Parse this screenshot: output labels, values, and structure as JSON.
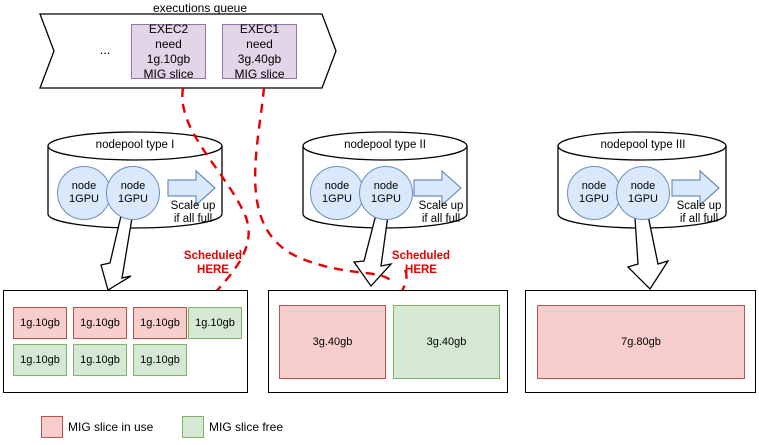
{
  "queue": {
    "title": "executions queue",
    "ellipsis": "...",
    "items": [
      {
        "id": "EXEC2",
        "line1": "EXEC2",
        "line2": "need 1g.10gb",
        "line3": "MIG slice"
      },
      {
        "id": "EXEC1",
        "line1": "EXEC1",
        "line2": "need 3g.40gb",
        "line3": "MIG slice"
      }
    ]
  },
  "nodepools": [
    {
      "title": "nodepool type I",
      "nodes": [
        {
          "line1": "node",
          "line2": "1GPU"
        },
        {
          "line1": "node",
          "line2": "1GPU"
        }
      ],
      "scale_text": "Scale up\nif all full"
    },
    {
      "title": "nodepool type II",
      "nodes": [
        {
          "line1": "node",
          "line2": "1GPU"
        },
        {
          "line1": "node",
          "line2": "1GPU"
        }
      ],
      "scale_text": "Scale up\nif all full"
    },
    {
      "title": "nodepool type III",
      "nodes": [
        {
          "line1": "node",
          "line2": "1GPU"
        },
        {
          "line1": "node",
          "line2": "1GPU"
        }
      ],
      "scale_text": "Scale up\nif all full"
    }
  ],
  "gpu_panels": [
    {
      "name": "panel-type-1",
      "slices": [
        {
          "label": "1g.10gb",
          "state": "used"
        },
        {
          "label": "1g.10gb",
          "state": "used"
        },
        {
          "label": "1g.10gb",
          "state": "used"
        },
        {
          "label": "1g.10gb",
          "state": "free"
        },
        {
          "label": "1g.10gb",
          "state": "free"
        },
        {
          "label": "1g.10gb",
          "state": "free"
        },
        {
          "label": "1g.10gb",
          "state": "free"
        }
      ]
    },
    {
      "name": "panel-type-2",
      "slices": [
        {
          "label": "3g.40gb",
          "state": "used"
        },
        {
          "label": "3g.40gb",
          "state": "free"
        }
      ]
    },
    {
      "name": "panel-type-3",
      "slices": [
        {
          "label": "7g.80gb",
          "state": "used"
        }
      ]
    }
  ],
  "annotations": [
    {
      "text": "Scheduled\nHERE",
      "color": "#e60000"
    },
    {
      "text": "Scheduled\nHERE",
      "color": "#e60000"
    }
  ],
  "legend": [
    {
      "label": "MIG slice in use",
      "state": "used"
    },
    {
      "label": "MIG slice free",
      "state": "free"
    }
  ],
  "colors": {
    "used_fill": "#f8cecc",
    "used_stroke": "#b85450",
    "free_fill": "#d5e8d4",
    "free_stroke": "#82b366",
    "exec_fill": "#e1d5e7",
    "exec_stroke": "#9673a6",
    "node_fill": "#dae8fc",
    "node_stroke": "#6c8ebf",
    "scheduled_red": "#e60000",
    "outline": "#000000"
  }
}
